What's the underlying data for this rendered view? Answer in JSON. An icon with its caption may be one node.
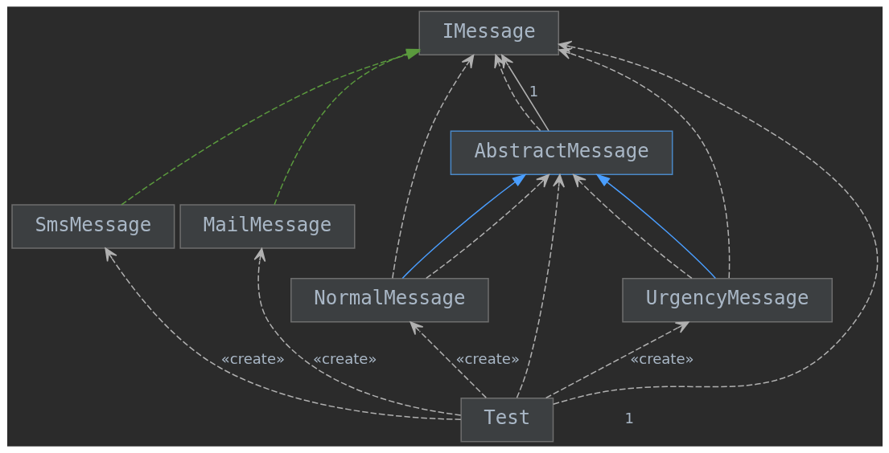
{
  "diagram": {
    "nodes": [
      {
        "text": [
          "IMessage"
        ]
      },
      {
        "text": [
          "SmsMessage"
        ]
      },
      {
        "text": [
          "MailMessage"
        ]
      },
      {
        "text": [
          "AbstractMessage"
        ]
      },
      {
        "text": [
          "NormalMessage"
        ]
      },
      {
        "text": [
          "UrgencyMessage"
        ]
      },
      {
        "text": [
          "Test"
        ]
      }
    ],
    "edges": [
      {
        "from": 1,
        "to": 0,
        "arrow": "to",
        "style": "dashed",
        "color": "#5b9a3e"
      },
      {
        "from": 2,
        "to": 0,
        "arrow": "to",
        "style": "dashed",
        "color": "#5b9a3e"
      },
      {
        "from": 6,
        "to": 0,
        "arrow": "to",
        "style": "dashed"
      },
      {
        "from": 4,
        "to": 0,
        "arrow": "to",
        "style": "dashed"
      },
      {
        "from": 3,
        "to": 0,
        "arrow": "to",
        "label": "1"
      },
      {
        "from": 3,
        "to": 0,
        "arrow": "to",
        "style": "dashed"
      },
      {
        "from": 5,
        "to": 0,
        "arrow": "to",
        "style": "dashed"
      },
      {
        "from": 4,
        "to": 3,
        "arrow": "to",
        "color": "#4a9eff"
      },
      {
        "from": 4,
        "to": 3,
        "arrow": "to",
        "style": "dashed"
      },
      {
        "from": 6,
        "to": 3,
        "arrow": "to",
        "style": "dashed"
      },
      {
        "from": 5,
        "to": 3,
        "arrow": "to",
        "style": "dashed"
      },
      {
        "from": 5,
        "to": 3,
        "arrow": "to",
        "color": "#4a9eff"
      },
      {
        "from": 6,
        "to": 1,
        "arrow": "to",
        "style": "dashed",
        "label": "«create»"
      },
      {
        "from": 6,
        "to": 2,
        "arrow": "to",
        "style": "dashed",
        "label": "«create»"
      },
      {
        "from": 6,
        "to": 4,
        "arrow": "to",
        "style": "dashed",
        "label": "«create»"
      },
      {
        "from": 6,
        "to": 5,
        "arrow": "to",
        "style": "dashed",
        "label": "«create»"
      }
    ],
    "labels": [
      "1"
    ]
  }
}
